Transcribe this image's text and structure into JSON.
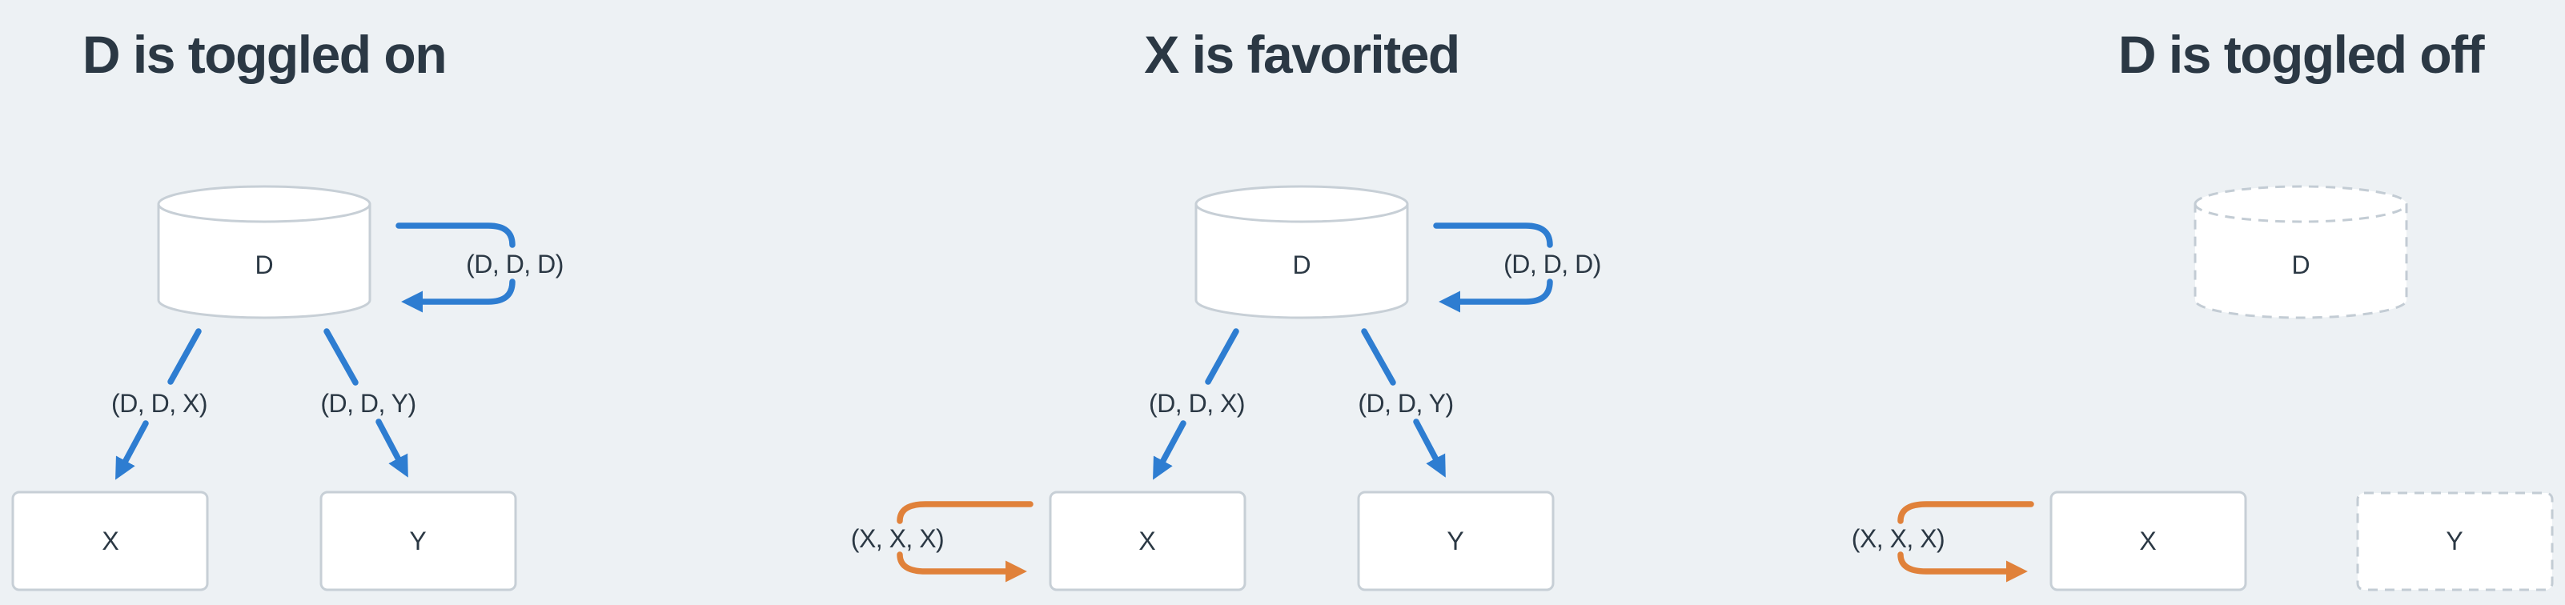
{
  "figure": {
    "colors": {
      "bg": "#edf1f4",
      "blue": "#2e7dd1",
      "orange": "#e0813a",
      "text_dark": "#2b3844",
      "node_border": "#c7cfd6",
      "disabled_border": "#c3ccd4",
      "node_fill": "#ffffff"
    }
  },
  "panels": [
    {
      "title": "D is toggled on",
      "nodes": {
        "d": {
          "label": "D",
          "type": "database",
          "state": "enabled"
        },
        "x": {
          "label": "X",
          "type": "box",
          "state": "enabled"
        },
        "y": {
          "label": "Y",
          "type": "box",
          "state": "enabled"
        }
      },
      "edges": {
        "d_self": {
          "label": "(D, D, D)",
          "color": "blue"
        },
        "d_x": {
          "label": "(D, D, X)",
          "color": "blue"
        },
        "d_y": {
          "label": "(D, D, Y)",
          "color": "blue"
        }
      }
    },
    {
      "title": "X is favorited",
      "nodes": {
        "d": {
          "label": "D",
          "type": "database",
          "state": "enabled"
        },
        "x": {
          "label": "X",
          "type": "box",
          "state": "enabled"
        },
        "y": {
          "label": "Y",
          "type": "box",
          "state": "enabled"
        }
      },
      "edges": {
        "d_self": {
          "label": "(D, D, D)",
          "color": "blue"
        },
        "d_x": {
          "label": "(D, D, X)",
          "color": "blue"
        },
        "d_y": {
          "label": "(D, D, Y)",
          "color": "blue"
        },
        "x_self": {
          "label": "(X, X, X)",
          "color": "orange"
        }
      }
    },
    {
      "title": "D is toggled off",
      "nodes": {
        "d": {
          "label": "D",
          "type": "database",
          "state": "disabled"
        },
        "x": {
          "label": "X",
          "type": "box",
          "state": "enabled"
        },
        "y": {
          "label": "Y",
          "type": "box",
          "state": "disabled"
        }
      },
      "edges": {
        "x_self": {
          "label": "(X, X, X)",
          "color": "orange"
        }
      }
    }
  ]
}
